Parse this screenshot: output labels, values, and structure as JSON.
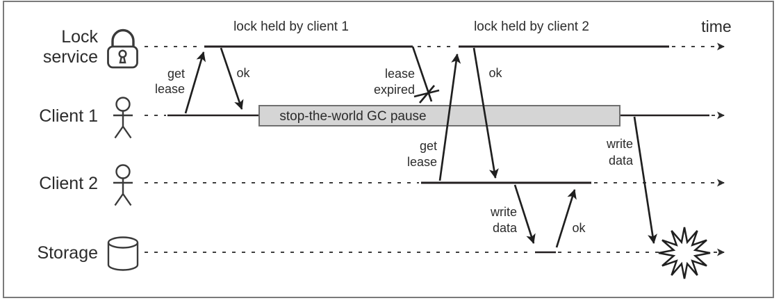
{
  "diagram": {
    "time_label": "time",
    "lanes": {
      "lock_service": {
        "label_line1": "Lock",
        "label_line2": "service",
        "icon": "padlock-icon"
      },
      "client1": {
        "label": "Client 1",
        "icon": "person-icon"
      },
      "client2": {
        "label": "Client 2",
        "icon": "person-icon"
      },
      "storage": {
        "label": "Storage",
        "icon": "database-cylinder-icon"
      }
    },
    "annotations": {
      "lock_held_by_client1": "lock held by client 1",
      "lock_held_by_client2": "lock held by client 2",
      "lease_expired_line1": "lease",
      "lease_expired_line2": "expired",
      "gc_pause": "stop-the-world GC pause"
    },
    "messages": {
      "c1_get_lease_line1": "get",
      "c1_get_lease_line2": "lease",
      "c1_ok": "ok",
      "c2_get_lease_line1": "get",
      "c2_get_lease_line2": "lease",
      "c2_ok": "ok",
      "c2_write_data_line1": "write",
      "c2_write_data_line2": "data",
      "c2_storage_ok": "ok",
      "c1_write_data_line1": "write",
      "c1_write_data_line2": "data"
    },
    "colors": {
      "line": "#231f20",
      "text": "#2b2b2b",
      "gc_box_fill": "#d5d5d5",
      "gc_box_border": "#6f6f6f",
      "frame_border": "#7a7a7a",
      "background": "#ffffff",
      "crash_fill": "#ffffff"
    }
  }
}
